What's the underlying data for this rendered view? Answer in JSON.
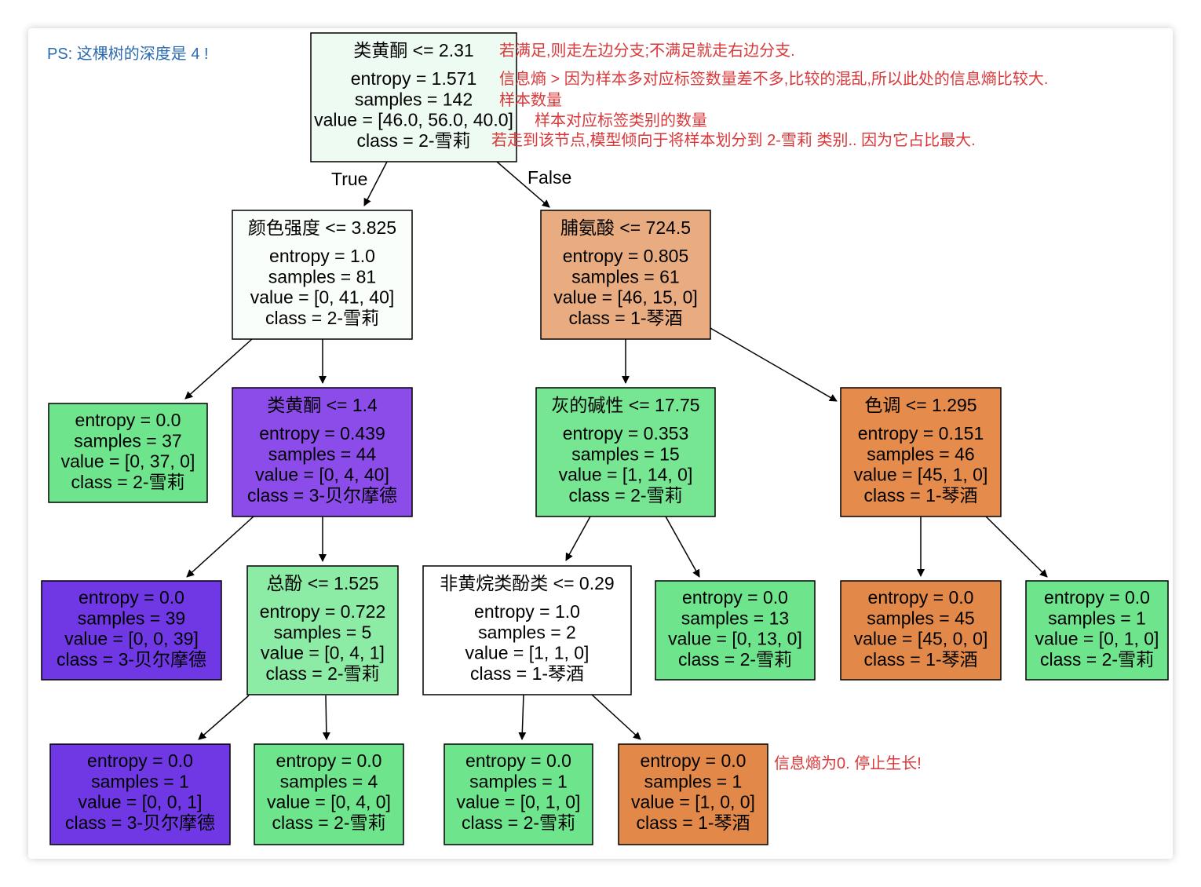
{
  "ps_note": "PS: 这棵树的深度是 4 !",
  "edge_labels": {
    "true": "True",
    "false": "False"
  },
  "colors": {
    "near_white": "#eefbf2",
    "white": "#ffffff",
    "light_green": "#fafefb",
    "green": "#6ee48c",
    "mid_green": "#8cebad",
    "orange": "#e9ac81",
    "deep_orange": "#e2894a",
    "purple": "#8c4cea",
    "deep_purple": "#6f38e4",
    "annotation": "#d9383a",
    "ps": "#2b6bb2"
  },
  "nodes": [
    {
      "id": "n0",
      "lines": [
        "类黄酮 <= 2.31",
        "entropy = 1.571",
        "samples = 142",
        "value = [46.0, 56.0, 40.0]",
        "class = 2-雪莉"
      ],
      "color": "#eefbf2"
    },
    {
      "id": "n1",
      "lines": [
        "颜色强度 <= 3.825",
        "entropy = 1.0",
        "samples = 81",
        "value = [0, 41, 40]",
        "class = 2-雪莉"
      ],
      "color": "#fafefb"
    },
    {
      "id": "n2",
      "lines": [
        "脯氨酸 <= 724.5",
        "entropy = 0.805",
        "samples = 61",
        "value = [46, 15, 0]",
        "class = 1-琴酒"
      ],
      "color": "#e9ac81"
    },
    {
      "id": "n3",
      "lines": [
        "entropy = 0.0",
        "samples = 37",
        "value = [0, 37, 0]",
        "class = 2-雪莉"
      ],
      "color": "#6ee48c"
    },
    {
      "id": "n4",
      "lines": [
        "类黄酮 <= 1.4",
        "entropy = 0.439",
        "samples = 44",
        "value = [0, 4, 40]",
        "class = 3-贝尔摩德"
      ],
      "color": "#8c4cea"
    },
    {
      "id": "n5",
      "lines": [
        "灰的碱性 <= 17.75",
        "entropy = 0.353",
        "samples = 15",
        "value = [1, 14, 0]",
        "class = 2-雪莉"
      ],
      "color": "#76e693"
    },
    {
      "id": "n6",
      "lines": [
        "色调 <= 1.295",
        "entropy = 0.151",
        "samples = 46",
        "value = [45, 1, 0]",
        "class = 1-琴酒"
      ],
      "color": "#e58b4c"
    },
    {
      "id": "n7",
      "lines": [
        "entropy = 0.0",
        "samples = 39",
        "value = [0, 0, 39]",
        "class = 3-贝尔摩德"
      ],
      "color": "#6f38e4"
    },
    {
      "id": "n8",
      "lines": [
        "总酚 <= 1.525",
        "entropy = 0.722",
        "samples = 5",
        "value = [0, 4, 1]",
        "class = 2-雪莉"
      ],
      "color": "#8ceba5"
    },
    {
      "id": "n9",
      "lines": [
        "非黄烷类酚类 <= 0.29",
        "entropy = 1.0",
        "samples = 2",
        "value = [1, 1, 0]",
        "class = 1-琴酒"
      ],
      "color": "#ffffff"
    },
    {
      "id": "n10",
      "lines": [
        "entropy = 0.0",
        "samples = 13",
        "value = [0, 13, 0]",
        "class = 2-雪莉"
      ],
      "color": "#6ee48c"
    },
    {
      "id": "n11",
      "lines": [
        "entropy = 0.0",
        "samples = 45",
        "value = [45, 0, 0]",
        "class = 1-琴酒"
      ],
      "color": "#e2894a"
    },
    {
      "id": "n12",
      "lines": [
        "entropy = 0.0",
        "samples = 1",
        "value = [0, 1, 0]",
        "class = 2-雪莉"
      ],
      "color": "#6ee48c"
    },
    {
      "id": "n13",
      "lines": [
        "entropy = 0.0",
        "samples = 1",
        "value = [0, 0, 1]",
        "class = 3-贝尔摩德"
      ],
      "color": "#6f38e4"
    },
    {
      "id": "n14",
      "lines": [
        "entropy = 0.0",
        "samples = 4",
        "value = [0, 4, 0]",
        "class = 2-雪莉"
      ],
      "color": "#6ee48c"
    },
    {
      "id": "n15",
      "lines": [
        "entropy = 0.0",
        "samples = 1",
        "value = [0, 1, 0]",
        "class = 2-雪莉"
      ],
      "color": "#6ee48c"
    },
    {
      "id": "n16",
      "lines": [
        "entropy = 0.0",
        "samples = 1",
        "value = [1, 0, 0]",
        "class = 1-琴酒"
      ],
      "color": "#e2894a"
    }
  ],
  "edges": [
    {
      "from": "n0",
      "to": "n1",
      "label": "True"
    },
    {
      "from": "n0",
      "to": "n2",
      "label": "False"
    },
    {
      "from": "n1",
      "to": "n3"
    },
    {
      "from": "n1",
      "to": "n4"
    },
    {
      "from": "n2",
      "to": "n5"
    },
    {
      "from": "n2",
      "to": "n6"
    },
    {
      "from": "n4",
      "to": "n7"
    },
    {
      "from": "n4",
      "to": "n8"
    },
    {
      "from": "n5",
      "to": "n9"
    },
    {
      "from": "n5",
      "to": "n10"
    },
    {
      "from": "n6",
      "to": "n11"
    },
    {
      "from": "n6",
      "to": "n12"
    },
    {
      "from": "n8",
      "to": "n13"
    },
    {
      "from": "n8",
      "to": "n14"
    },
    {
      "from": "n9",
      "to": "n15"
    },
    {
      "from": "n9",
      "to": "n16"
    }
  ],
  "annotations": [
    "若满足,则走左边分支;不满足就走右边分支.",
    "信息熵 > 因为样本多对应标签数量差不多,比较的混乱,所以此处的信息熵比较大.",
    "样本数量",
    "样本对应标签类别的数量",
    "若走到该节点,模型倾向于将样本划分到 2-雪莉 类别.. 因为它占比最大.",
    "信息熵为0. 停止生长!"
  ]
}
